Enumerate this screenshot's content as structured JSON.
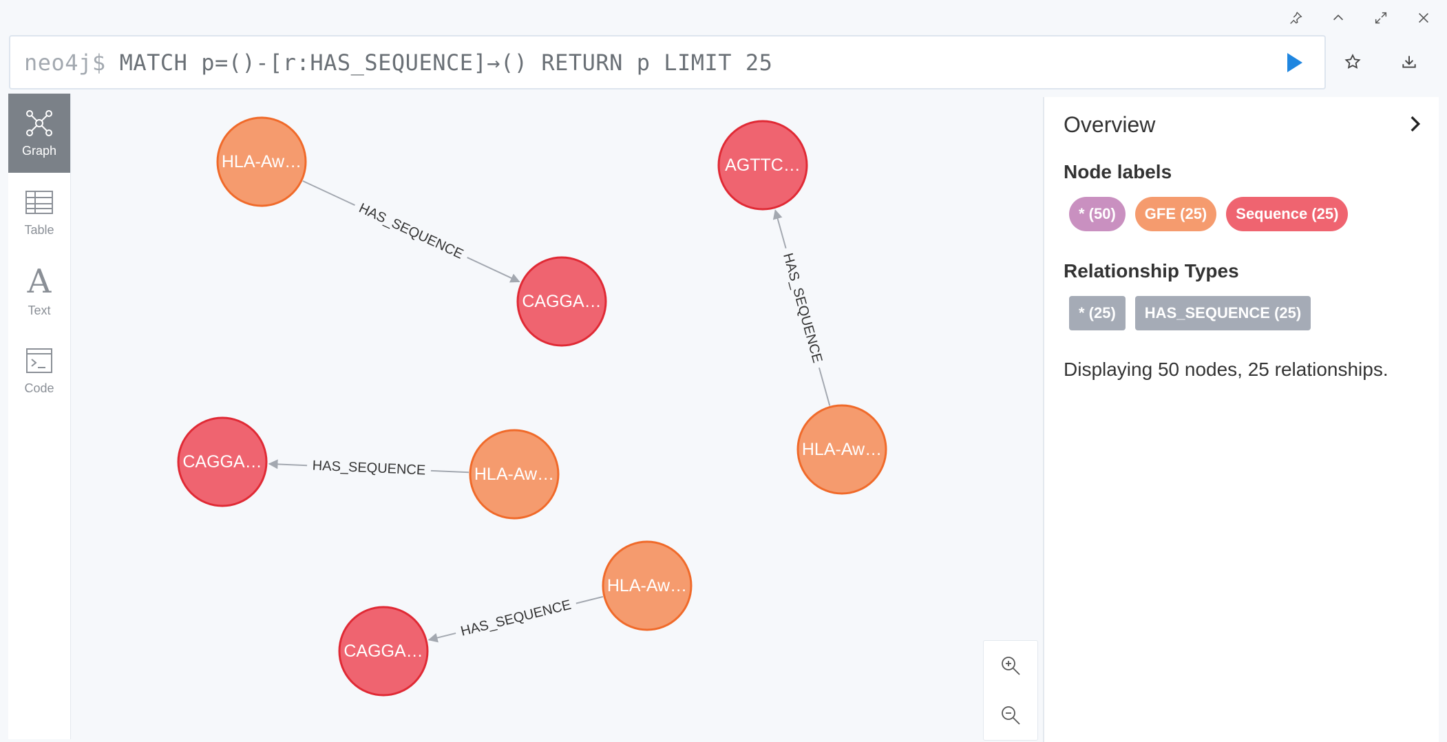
{
  "editor": {
    "prompt": "neo4j$",
    "query": "MATCH p=()-[r:HAS_SEQUENCE]→() RETURN p LIMIT 25"
  },
  "top_controls": [
    "pin-icon",
    "chevron-up-icon",
    "expand-icon",
    "close-icon"
  ],
  "actions": [
    "star-icon",
    "download-icon"
  ],
  "sidebar": {
    "tabs": [
      {
        "label": "Graph",
        "icon": "graph-icon",
        "active": true
      },
      {
        "label": "Table",
        "icon": "table-icon",
        "active": false
      },
      {
        "label": "Text",
        "icon": "text-icon",
        "glyph": "A",
        "active": false
      },
      {
        "label": "Code",
        "icon": "code-icon",
        "active": false
      }
    ]
  },
  "graph": {
    "colors": {
      "gfe_fill": "#f59b6e",
      "gfe_stroke": "#f06a2a",
      "seq_fill": "#ef6470",
      "seq_stroke": "#e02a35",
      "edge": "#a3a8b0"
    },
    "nodes": [
      {
        "id": "n1",
        "label": "HLA-Aw…",
        "type": "GFE"
      },
      {
        "id": "n2",
        "label": "CAGGA…",
        "type": "Sequence"
      },
      {
        "id": "n3",
        "label": "AGTTC…",
        "type": "Sequence"
      },
      {
        "id": "n4",
        "label": "HLA-Aw…",
        "type": "GFE"
      },
      {
        "id": "n5",
        "label": "CAGGA…",
        "type": "Sequence"
      },
      {
        "id": "n6",
        "label": "HLA-Aw…",
        "type": "GFE"
      },
      {
        "id": "n7",
        "label": "HLA-Aw…",
        "type": "GFE"
      },
      {
        "id": "n8",
        "label": "CAGGA…",
        "type": "Sequence"
      }
    ],
    "relationships": [
      {
        "from": "n1",
        "to": "n2",
        "label": "HAS_SEQUENCE"
      },
      {
        "from": "n4",
        "to": "n3",
        "label": "HAS_SEQUENCE"
      },
      {
        "from": "n6",
        "to": "n5",
        "label": "HAS_SEQUENCE"
      },
      {
        "from": "n7",
        "to": "n8",
        "label": "HAS_SEQUENCE"
      }
    ]
  },
  "overview": {
    "title": "Overview",
    "node_labels_heading": "Node labels",
    "node_labels": [
      {
        "text": "* (50)",
        "color": "#c990c0"
      },
      {
        "text": "GFE (25)",
        "color": "#f59b6e"
      },
      {
        "text": "Sequence (25)",
        "color": "#ef6470"
      }
    ],
    "relationship_types_heading": "Relationship Types",
    "relationship_types": [
      {
        "text": "* (25)",
        "color": "#a5abb6"
      },
      {
        "text": "HAS_SEQUENCE (25)",
        "color": "#a5abb6"
      }
    ],
    "summary": "Displaying 50 nodes, 25 relationships."
  }
}
